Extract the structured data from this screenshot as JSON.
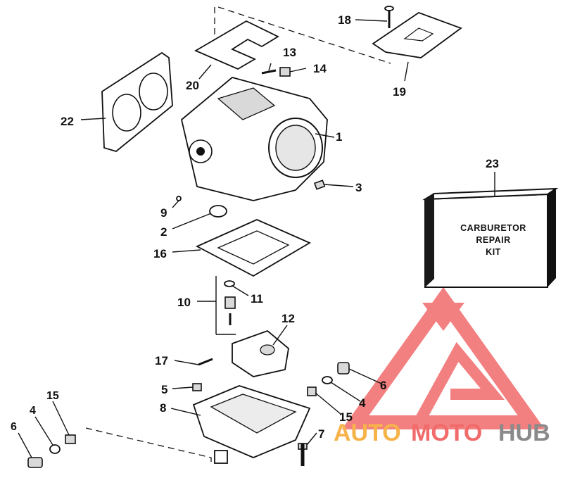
{
  "callouts": {
    "c1": "1",
    "c2": "2",
    "c3": "3",
    "c4a": "4",
    "c4b": "4",
    "c5": "5",
    "c6a": "6",
    "c6b": "6",
    "c7": "7",
    "c8": "8",
    "c9": "9",
    "c10": "10",
    "c11": "11",
    "c12": "12",
    "c13": "13",
    "c14": "14",
    "c15a": "15",
    "c15b": "15",
    "c16": "16",
    "c17": "17",
    "c18": "18",
    "c19": "19",
    "c20": "20",
    "c22": "22",
    "c23": "23"
  },
  "kit_box": {
    "line1": "CARBURETOR",
    "line2": "REPAIR",
    "line3": "KIT"
  },
  "watermark": {
    "part1": "AUTO",
    "part2": "MOTO",
    "part3": "HUB",
    "color_red": "#f05a5a",
    "color_orange": "#f7b34a",
    "color_gray": "#8a8a8a"
  }
}
